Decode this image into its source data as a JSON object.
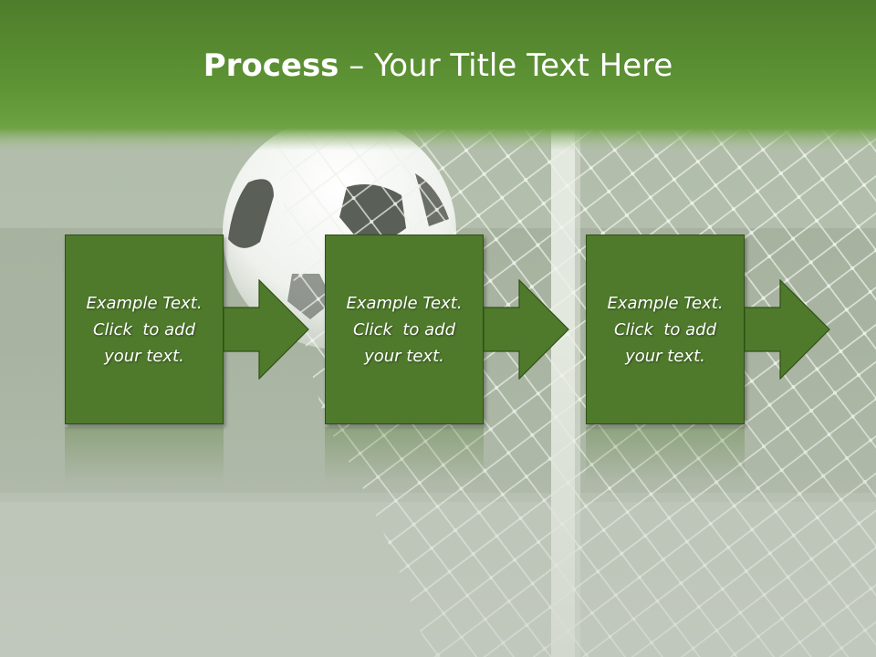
{
  "slide": {
    "title_bold": "Process",
    "title_rest": " – Your Title Text Here"
  },
  "steps": [
    {
      "line1": "Example Text.",
      "line2": "Click  to add",
      "line3": "your text."
    },
    {
      "line1": "Example Text.",
      "line2": "Click  to add",
      "line3": "your text."
    },
    {
      "line1": "Example Text.",
      "line2": "Click  to add",
      "line3": "your text."
    }
  ],
  "colors": {
    "header_green": "#5d9333",
    "box_green": "#4f7a2c",
    "field_gray": "#b9c2b4"
  },
  "background": {
    "subject": "soccer-ball-in-goal-net"
  }
}
